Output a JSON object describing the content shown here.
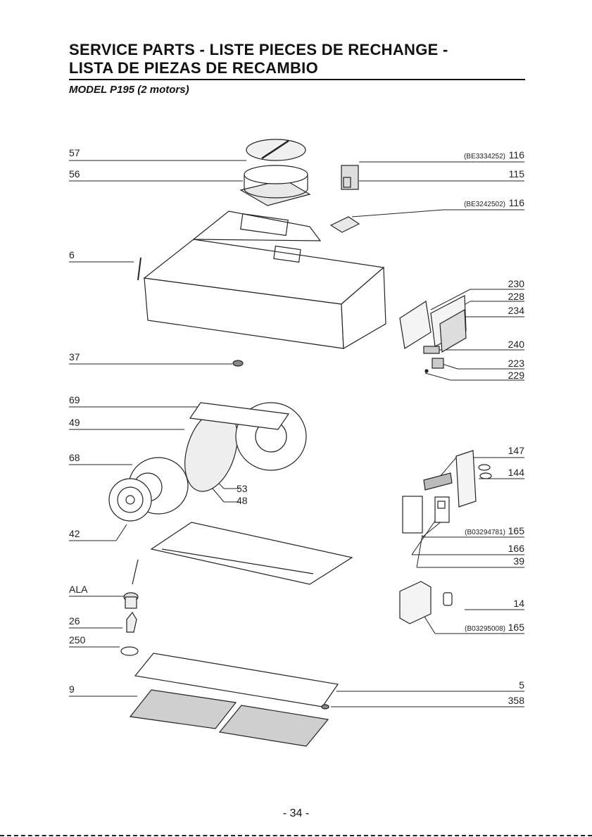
{
  "header": {
    "title_line1": "SERVICE PARTS - LISTE PIECES DE RECHANGE -",
    "title_line2": "LISTA DE PIEZAS DE RECAMBIO",
    "model": "MODEL P195 (2 motors)"
  },
  "left_labels": [
    "57",
    "56",
    "6",
    "37",
    "69",
    "49",
    "68",
    "42",
    "ALA",
    "26",
    "250",
    "9"
  ],
  "right_labels": [
    "116",
    "115",
    "116",
    "230",
    "228",
    "234",
    "240",
    "223",
    "229",
    "147",
    "144",
    "165",
    "166",
    "39",
    "14",
    "165",
    "5",
    "358"
  ],
  "mid_labels": [
    "53",
    "48"
  ],
  "codes": [
    "(BE3334252)",
    "(BE3242502)",
    "(B03294781)",
    "(B03295008)"
  ],
  "footer": {
    "page_number": "- 34 -"
  }
}
